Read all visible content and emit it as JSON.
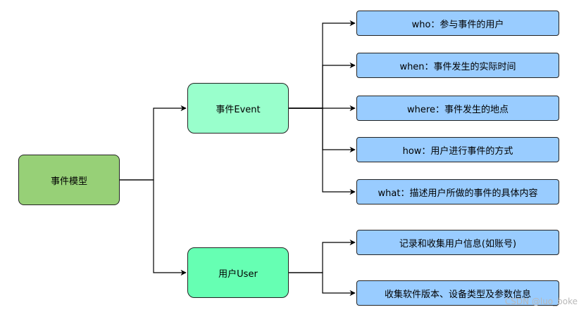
{
  "diagram": {
    "root": {
      "label": "事件模型"
    },
    "branches": [
      {
        "label": "事件Event",
        "children": [
          "who：参与事件的用户",
          "when：事件发生的实际时间",
          "where：事件发生的地点",
          "how：用户进行事件的方式",
          "what：描述用户所做的事件的具体内容"
        ]
      },
      {
        "label": "用户User",
        "children": [
          "记录和收集用户信息(如账号)",
          "收集软件版本、设备类型及参数信息"
        ]
      }
    ]
  },
  "colors": {
    "root_fill": "#97d077",
    "event_fill": "#99ffcc",
    "user_fill": "#66ffb3",
    "leaf_fill": "#99ccff",
    "stroke": "#000000"
  },
  "watermark": "CSDN @luo_boke"
}
